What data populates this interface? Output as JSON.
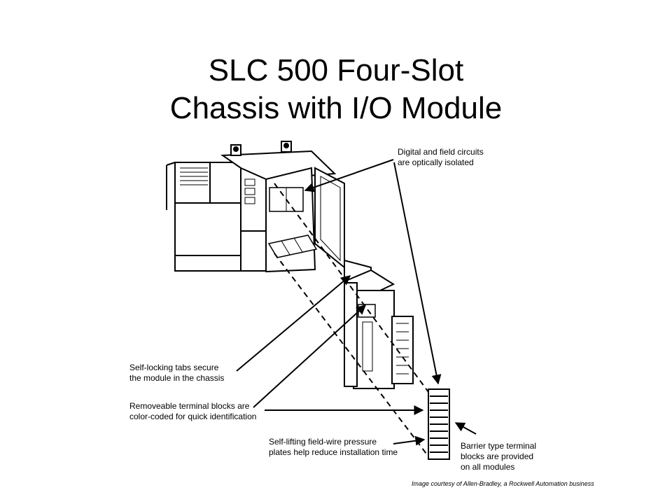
{
  "title": {
    "line1": "SLC 500 Four-Slot",
    "line2": "Chassis with I/O Module"
  },
  "callouts": {
    "optical": {
      "line1": "Digital and field circuits",
      "line2": "are optically isolated"
    },
    "tabs": {
      "line1": "Self-locking tabs secure",
      "line2": "the module in the chassis"
    },
    "terminal": {
      "line1": "Removeable terminal blocks are",
      "line2": "color-coded for quick identification"
    },
    "plates": {
      "line1": "Self-lifting field-wire pressure",
      "line2": "plates help reduce installation time"
    },
    "barrier": {
      "line1": "Barrier type terminal",
      "line2": "blocks are provided",
      "line3": "on all modules"
    }
  },
  "credit": "Image courtesy of Allen-Bradley, a Rockwell Automation business",
  "colors": {
    "ink": "#000000",
    "background": "#ffffff"
  }
}
